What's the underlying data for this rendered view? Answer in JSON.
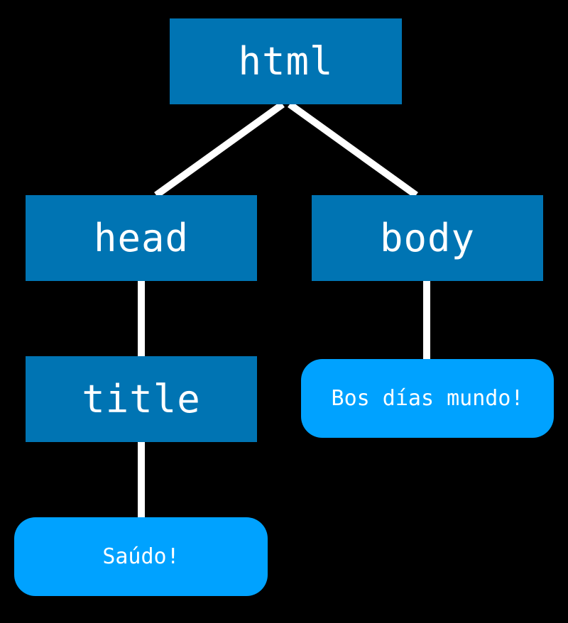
{
  "colors": {
    "background": "#000000",
    "element_node": "#0074b3",
    "text_node": "#00a2ff",
    "connector": "#ffffff",
    "label": "#ffffff"
  },
  "tree": {
    "html": {
      "label": "html"
    },
    "head": {
      "label": "head"
    },
    "body": {
      "label": "body"
    },
    "title": {
      "label": "title"
    },
    "title_text": {
      "label": "Saúdo!"
    },
    "body_text": {
      "label": "Bos días mundo!"
    }
  }
}
